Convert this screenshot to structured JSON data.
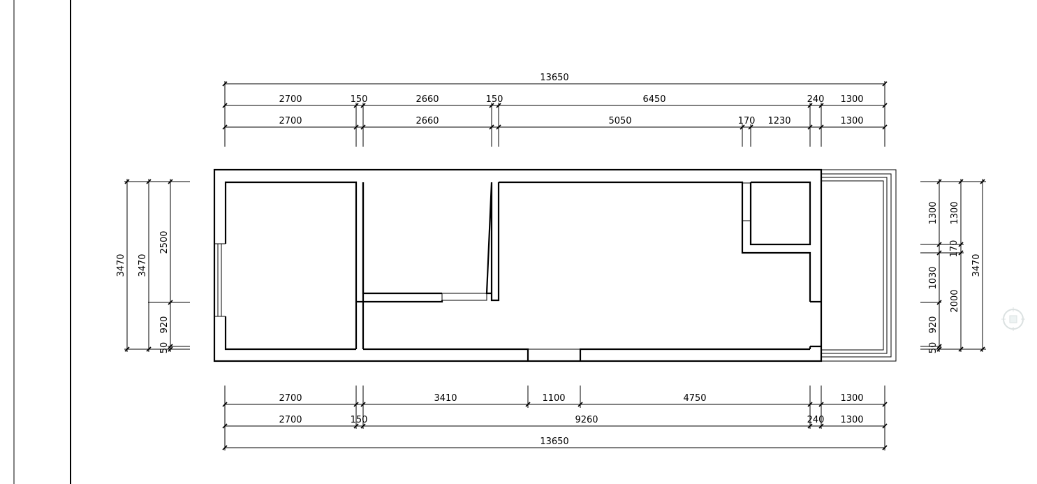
{
  "dimensions": {
    "top": {
      "overall": "13650",
      "row1": [
        "2700",
        "150",
        "2660",
        "150",
        "6450",
        "240",
        "1300"
      ],
      "row2": [
        "2700",
        "2660",
        "5050",
        "170",
        "1230",
        "1300"
      ]
    },
    "bottom": {
      "row1": [
        "2700",
        "3410",
        "1100",
        "4750",
        "1300"
      ],
      "row2": [
        "2700",
        "150",
        "9260",
        "240",
        "1300"
      ],
      "overall": "13650"
    },
    "left": {
      "outer": "3470",
      "middle": "3470",
      "inner": [
        "2500",
        "920",
        "50"
      ]
    },
    "right": {
      "inner": [
        "1300",
        "170",
        "1030",
        "920",
        "50"
      ],
      "middle": [
        "1300",
        "2000"
      ],
      "outer": "3470"
    }
  },
  "colors": {
    "line": "#000000",
    "background": "#ffffff",
    "frame": "#000000"
  },
  "icons": {
    "viewcube": "navigation-cube-icon"
  }
}
